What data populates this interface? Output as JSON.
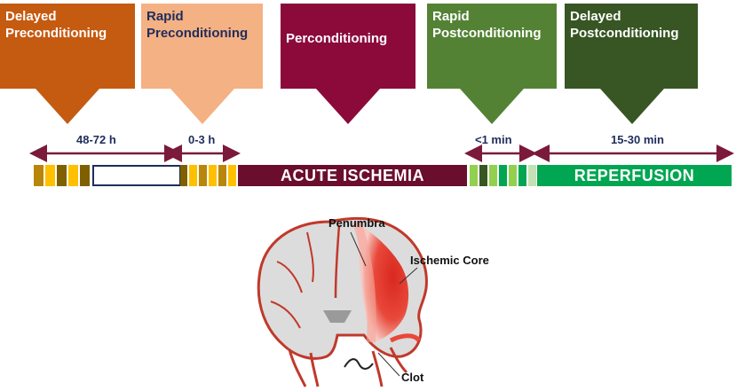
{
  "stages": [
    {
      "line1": "Delayed",
      "line2": "Preconditioning",
      "color": "#c55a11"
    },
    {
      "line1": "Rapid",
      "line2": "Preconditioning",
      "color": "#f4b183"
    },
    {
      "line1": "Perconditioning",
      "line2": "",
      "color": "#8b0a3a"
    },
    {
      "line1": "Rapid",
      "line2": "Postconditioning",
      "color": "#548235"
    },
    {
      "line1": "Delayed",
      "line2": "Postconditioning",
      "color": "#375623"
    }
  ],
  "times": [
    "48-72 h",
    "0-3 h",
    "<1 min",
    "15-30 min"
  ],
  "bars": {
    "ischemia": "ACUTE ISCHEMIA",
    "reperfusion": "REPERFUSION"
  },
  "brain": {
    "penumbra": "Penumbra",
    "core": "Ischemic Core",
    "clot": "Clot"
  }
}
